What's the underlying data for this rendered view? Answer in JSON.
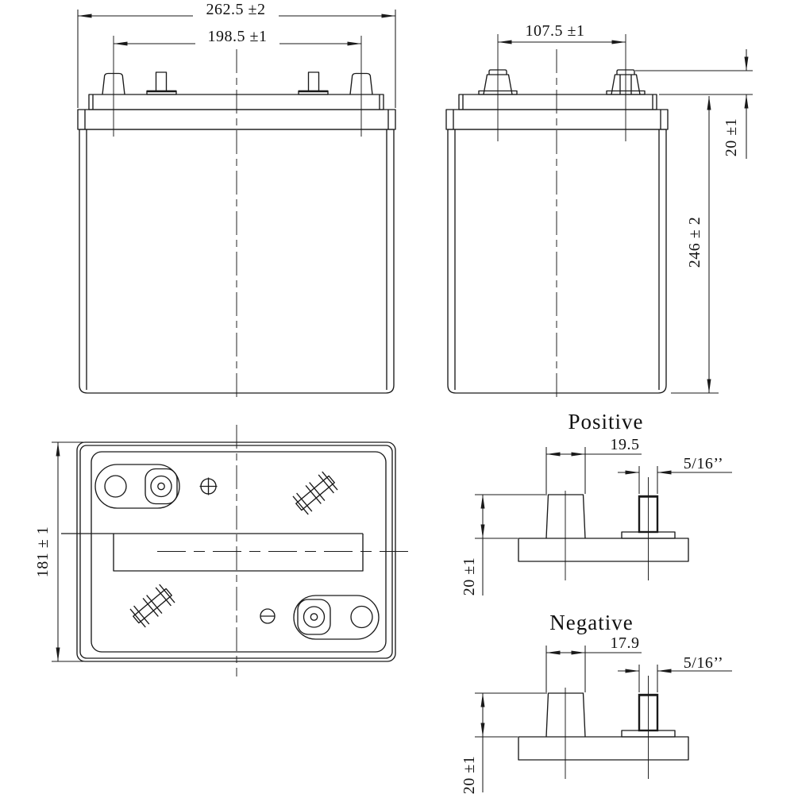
{
  "drawing": {
    "kind": "battery-dimension-drawing",
    "line_color": "#1a1a1a",
    "background_color": "#ffffff",
    "front_view": {
      "overall_width": "262.5 ±2",
      "terminal_spacing": "198.5 ±1"
    },
    "side_view": {
      "terminal_spacing": "107.5 ±1",
      "terminal_height": "20 ±1",
      "overall_height": "246 ± 2"
    },
    "top_view": {
      "overall_depth": "181 ± 1",
      "positive_mark_icon": "circled-plus",
      "negative_mark_icon": "circled-minus",
      "positive_mark_glyph": "⊕",
      "negative_mark_glyph": "⊖"
    },
    "positive_detail": {
      "title": "Positive",
      "post_width": "19.5",
      "stud_thread": "5/16’’",
      "post_height": "20 ±1"
    },
    "negative_detail": {
      "title": "Negative",
      "post_width": "17.9",
      "stud_thread": "5/16’’",
      "post_height": "20 ±1"
    }
  }
}
